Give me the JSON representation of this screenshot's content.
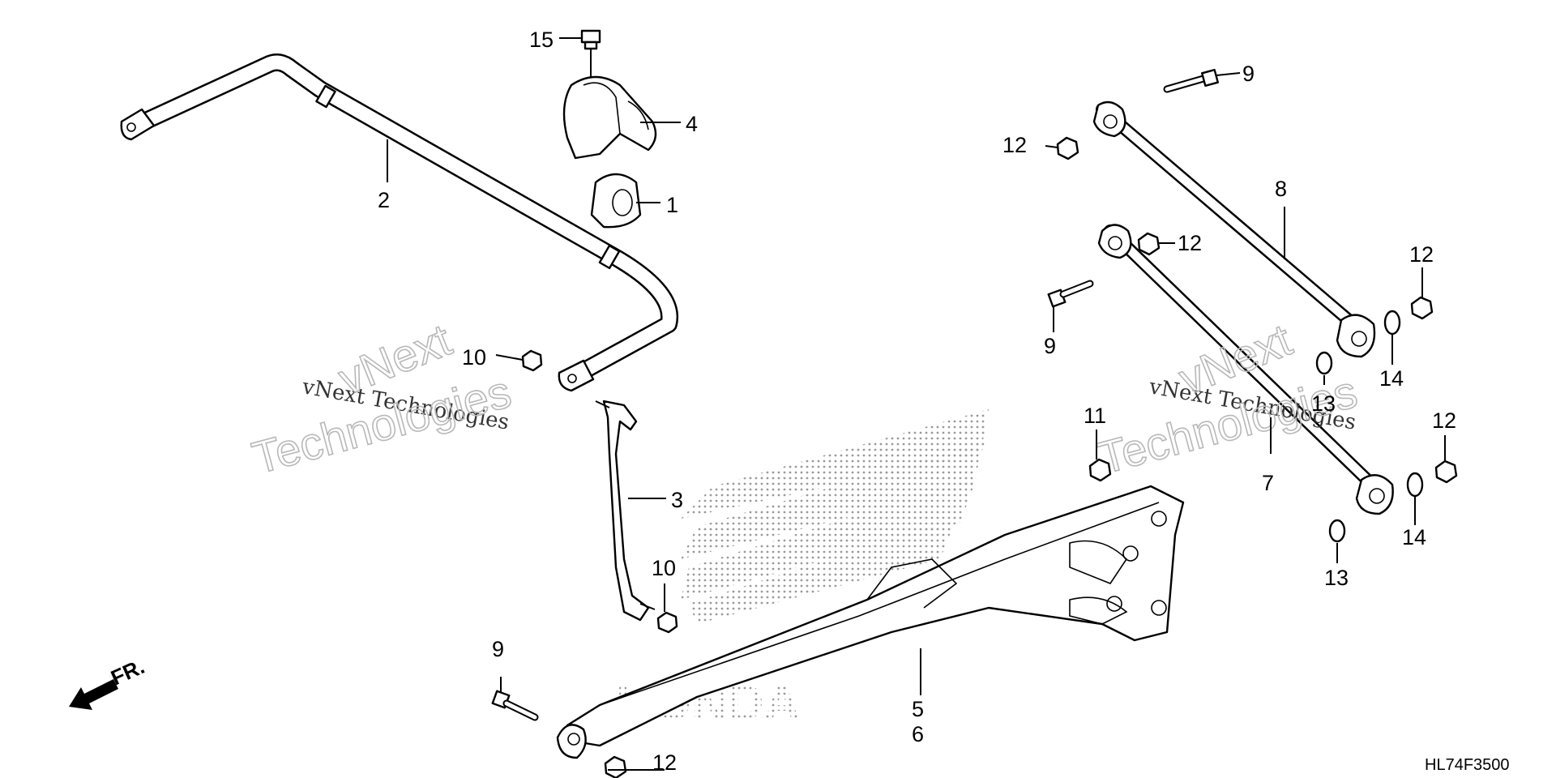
{
  "diagram": {
    "part_labels": [
      "1",
      "2",
      "3",
      "4",
      "5",
      "6",
      "7",
      "8",
      "9",
      "10",
      "11",
      "12",
      "13",
      "14",
      "15"
    ],
    "direction_label": "FR.",
    "diagram_code": "HL74F3500",
    "watermark": {
      "line_small": "vNext Technologies",
      "line_big_1": "vNext",
      "line_big_2": "Technologies"
    },
    "logo_text": "HONDA",
    "colors": {
      "ink": "#000000",
      "watermark": "#b8b8b8",
      "dots": "#9a9a9a"
    }
  }
}
